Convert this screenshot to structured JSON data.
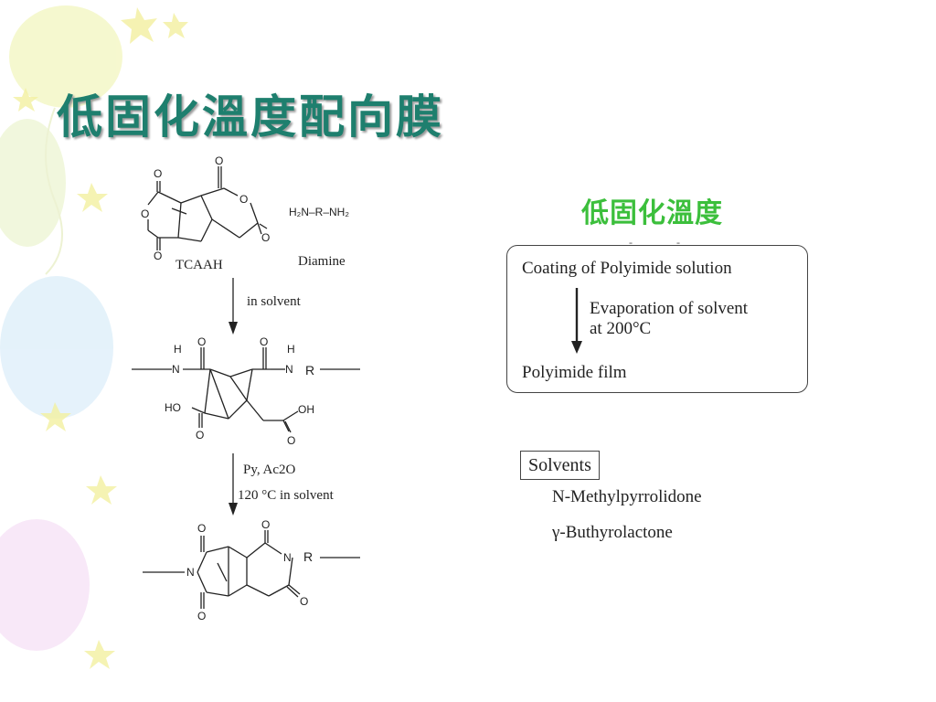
{
  "slide": {
    "title": "低固化溫度配向膜"
  },
  "reaction_scheme": {
    "dianhydride_label": "TCAAH",
    "diamine_label": "Diamine",
    "diamine_formula": "H₂N–R–NH₂",
    "step1_condition": "in solvent",
    "step2_condition_reagent": "Py, Ac2O",
    "step2_condition_temp": "120 °C in solvent",
    "atoms": {
      "o": "O",
      "h": "H",
      "n": "N",
      "r": "R",
      "ho": "HO",
      "oh": "OH"
    }
  },
  "process": {
    "heading": "低固化溫度",
    "box_top_text": "Coating of Polyimide solution",
    "arrow_text_line1": "Evaporation of solvent",
    "arrow_text_line2": "at 200°C",
    "box_bottom_text": "Polyimide film"
  },
  "solvents": {
    "label": "Solvents",
    "items": [
      "N-Methylpyrrolidone",
      "γ-Buthyrolactone"
    ]
  },
  "colors": {
    "title": "#1e7f6e",
    "process_heading": "#3cbf3c",
    "line": "#222222"
  }
}
